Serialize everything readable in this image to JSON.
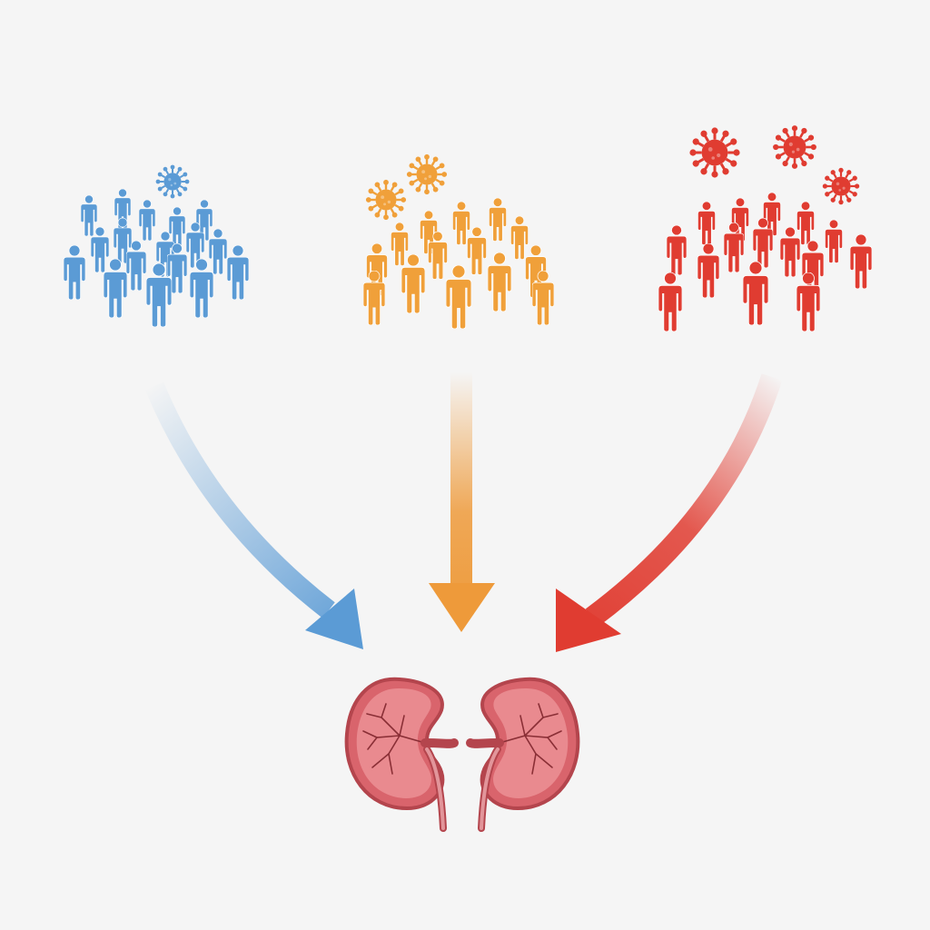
{
  "diagram": {
    "groups": [
      {
        "id": "low",
        "color": "#5b9bd5",
        "virus_count": 1,
        "virus_color": "#5b9bd5"
      },
      {
        "id": "medium",
        "color": "#f0a03a",
        "virus_count": 2,
        "virus_color": "#f0a03a"
      },
      {
        "id": "high",
        "color": "#e03c31",
        "virus_count": 3,
        "virus_color": "#e03c31"
      }
    ],
    "arrows": [
      {
        "from": "low",
        "to": "kidneys",
        "color": "#5b9bd5"
      },
      {
        "from": "medium",
        "to": "kidneys",
        "color": "#ee9a3a"
      },
      {
        "from": "high",
        "to": "kidneys",
        "color": "#e03c31"
      }
    ],
    "target": {
      "id": "kidneys",
      "color": "#d9646c",
      "outline": "#b4454d"
    },
    "background": "#f5f5f5"
  }
}
